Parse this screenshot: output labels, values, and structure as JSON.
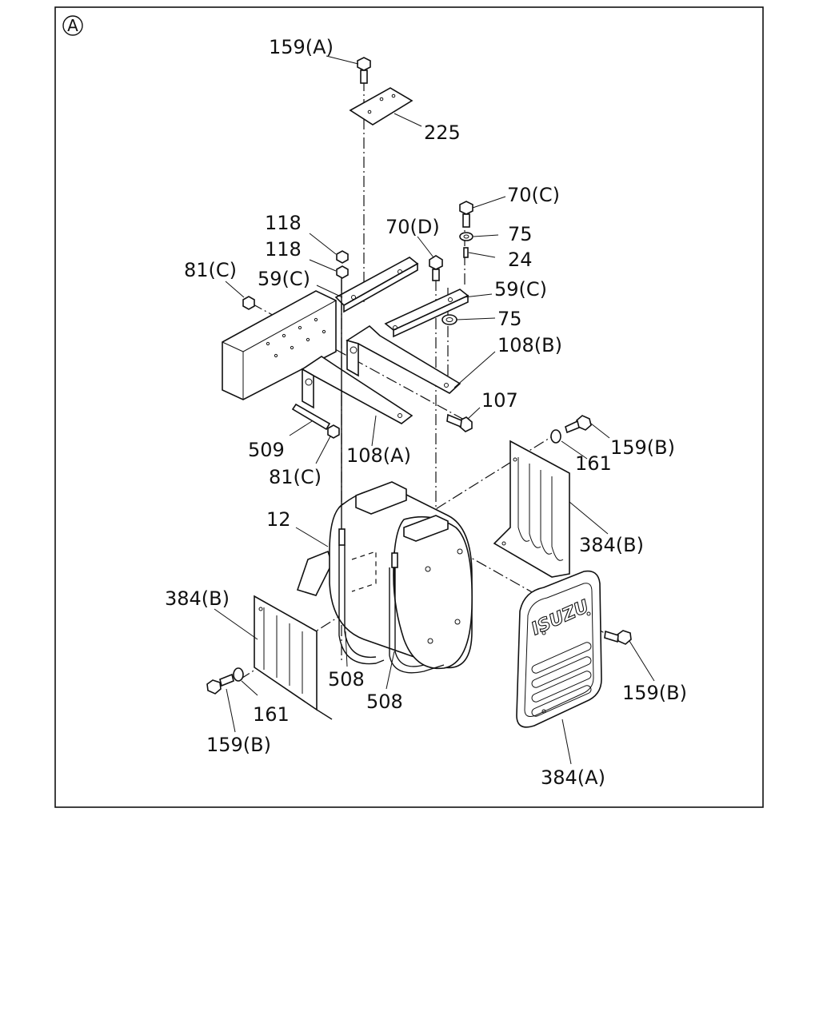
{
  "view_marker": "A",
  "labels": {
    "l159A": "159(A)",
    "l225": "225",
    "l70C": "70(C)",
    "l70D": "70(D)",
    "l75a": "75",
    "l24": "24",
    "l118a": "118",
    "l118b": "118",
    "l81Ca": "81(C)",
    "l59Ca": "59(C)",
    "l59Cb": "59(C)",
    "l75b": "75",
    "l108B": "108(B)",
    "l107": "107",
    "l509": "509",
    "l108A": "108(A)",
    "l81Cb": "81(C)",
    "l161a": "161",
    "l159Ba": "159(B)",
    "l12": "12",
    "l384Ba": "384(B)",
    "l384Bb": "384(B)",
    "l508a": "508",
    "l508b": "508",
    "l161b": "161",
    "l159Bb": "159(B)",
    "l159Bc": "159(B)",
    "l384A": "384(A)"
  },
  "logo_text": "ISUZU"
}
